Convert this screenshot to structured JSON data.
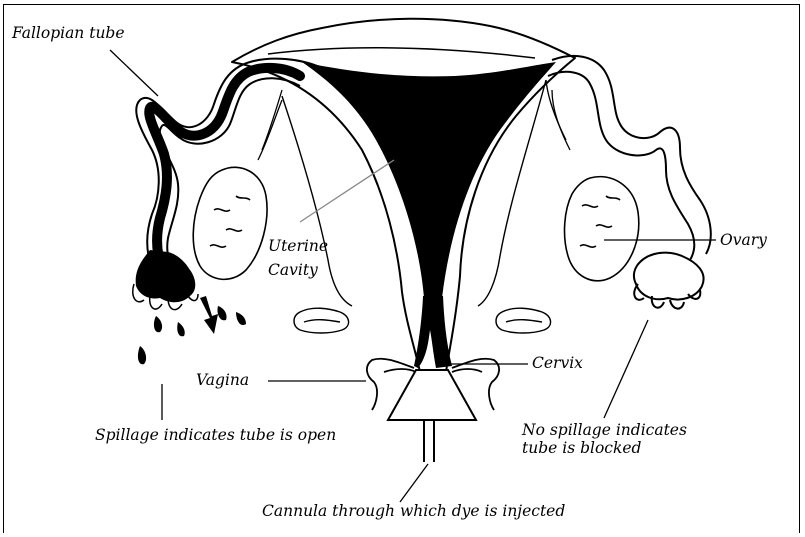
{
  "labels": {
    "fallopian_tube": "Fallopian tube",
    "uterine_cavity_1": "Uterine",
    "uterine_cavity_2": "Cavity",
    "ovary": "Ovary",
    "vagina": "Vagina",
    "cervix": "Cervix",
    "spillage_open": "Spillage indicates tube is open",
    "no_spillage_1": "No spillage indicates",
    "no_spillage_2": "tube is blocked",
    "cannula": "Cannula through which dye is injected"
  },
  "colors": {
    "ink": "#000000",
    "paper": "#ffffff"
  }
}
